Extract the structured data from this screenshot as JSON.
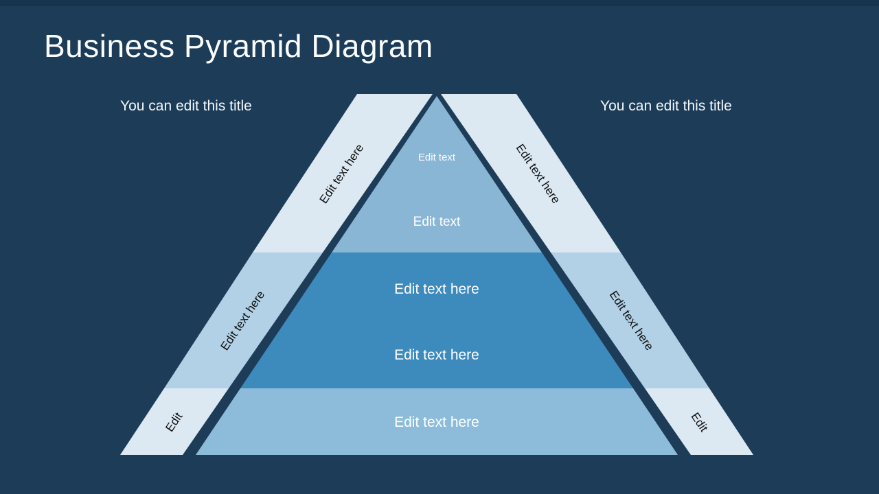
{
  "slide": {
    "title": "Business Pyramid Diagram",
    "caption_left": "You can edit this title",
    "caption_right": "You can edit this title"
  },
  "pyramid": {
    "top_level": {
      "line1": "Edit text",
      "line2": "Edit text"
    },
    "middle_level": {
      "line1": "Edit text here",
      "line2": "Edit text here"
    },
    "bottom_level": {
      "line1": "Edit text here"
    }
  },
  "ribbon_left": {
    "top": "Edit text here",
    "middle": "Edit text here",
    "bottom": "Edit"
  },
  "ribbon_right": {
    "top": "Edit text here",
    "middle": "Edit text here",
    "bottom": "Edit"
  },
  "colors": {
    "background": "#1c3c58",
    "top_edge_bar": "#17344e",
    "pyramid_top": "#8ab6d6",
    "pyramid_middle": "#3d8abd",
    "pyramid_bottom": "#8dbcda",
    "ribbon_light": "#dce9f3",
    "ribbon_medium": "#b2d0e6"
  }
}
